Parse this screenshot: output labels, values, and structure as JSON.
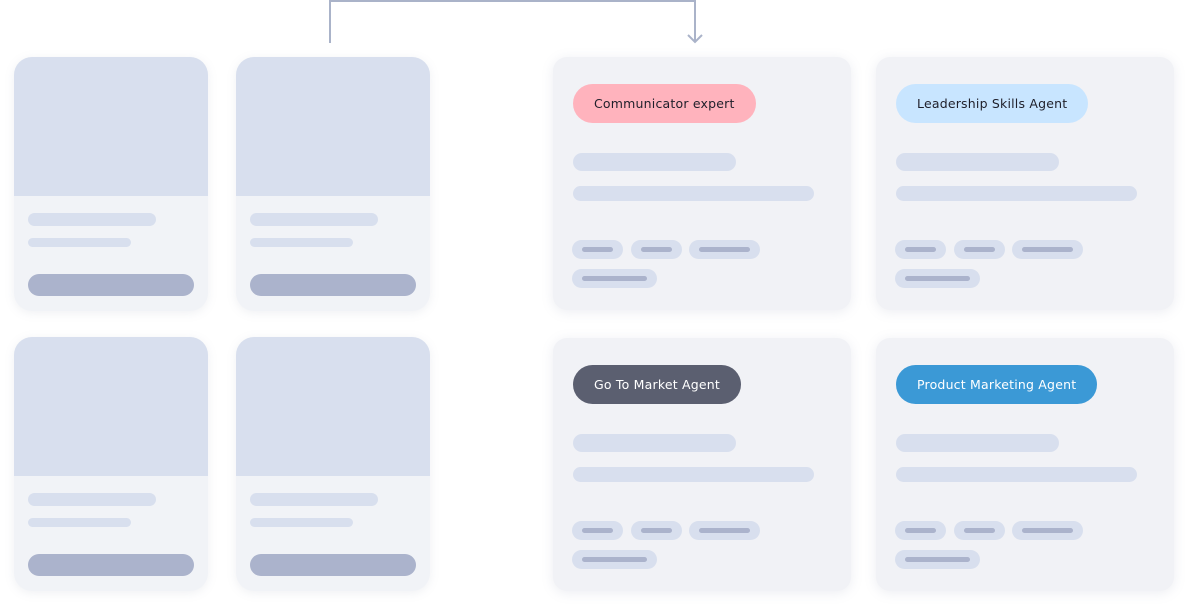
{
  "agents": [
    {
      "label": "Communicator expert",
      "color": "#ffb3bd",
      "text_color": "#1f1f2a"
    },
    {
      "label": "Leadership Skills Agent",
      "color": "#c8e5ff",
      "text_color": "#1f1f2a"
    },
    {
      "label": "Go To Market Agent",
      "color": "#5b5f70",
      "text_color": "#ffffff"
    },
    {
      "label": "Product Marketing Agent",
      "color": "#3b99d6",
      "text_color": "#ffffff"
    }
  ],
  "colors": {
    "connector": "#aab3c9",
    "skeleton_light": "#d8dfee",
    "skeleton_dark": "#abb3cc",
    "card_bg": "#f1f2f6"
  }
}
